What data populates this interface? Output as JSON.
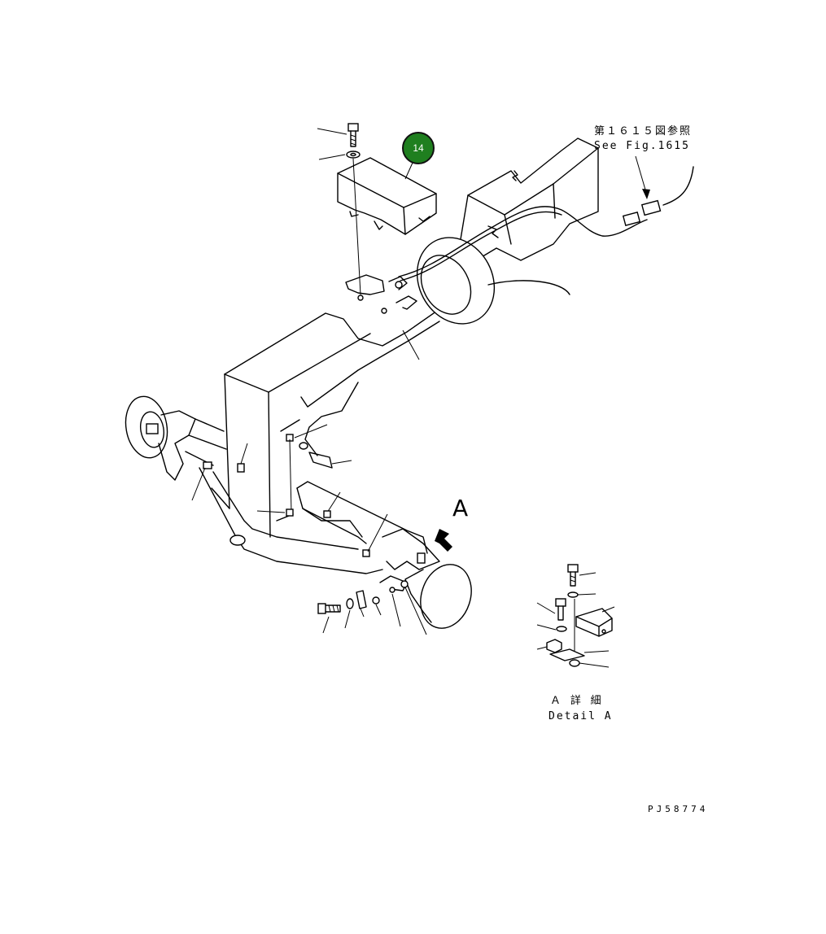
{
  "reference": {
    "jp": "第１６１５図参照",
    "en": "See Fig.1615"
  },
  "view_marker": "A",
  "detail": {
    "jp": "Ａ 詳 細",
    "en": "Detail A"
  },
  "callout": {
    "number": "14",
    "color": "#1f7f1f"
  },
  "drawing_number": "PJ58774"
}
